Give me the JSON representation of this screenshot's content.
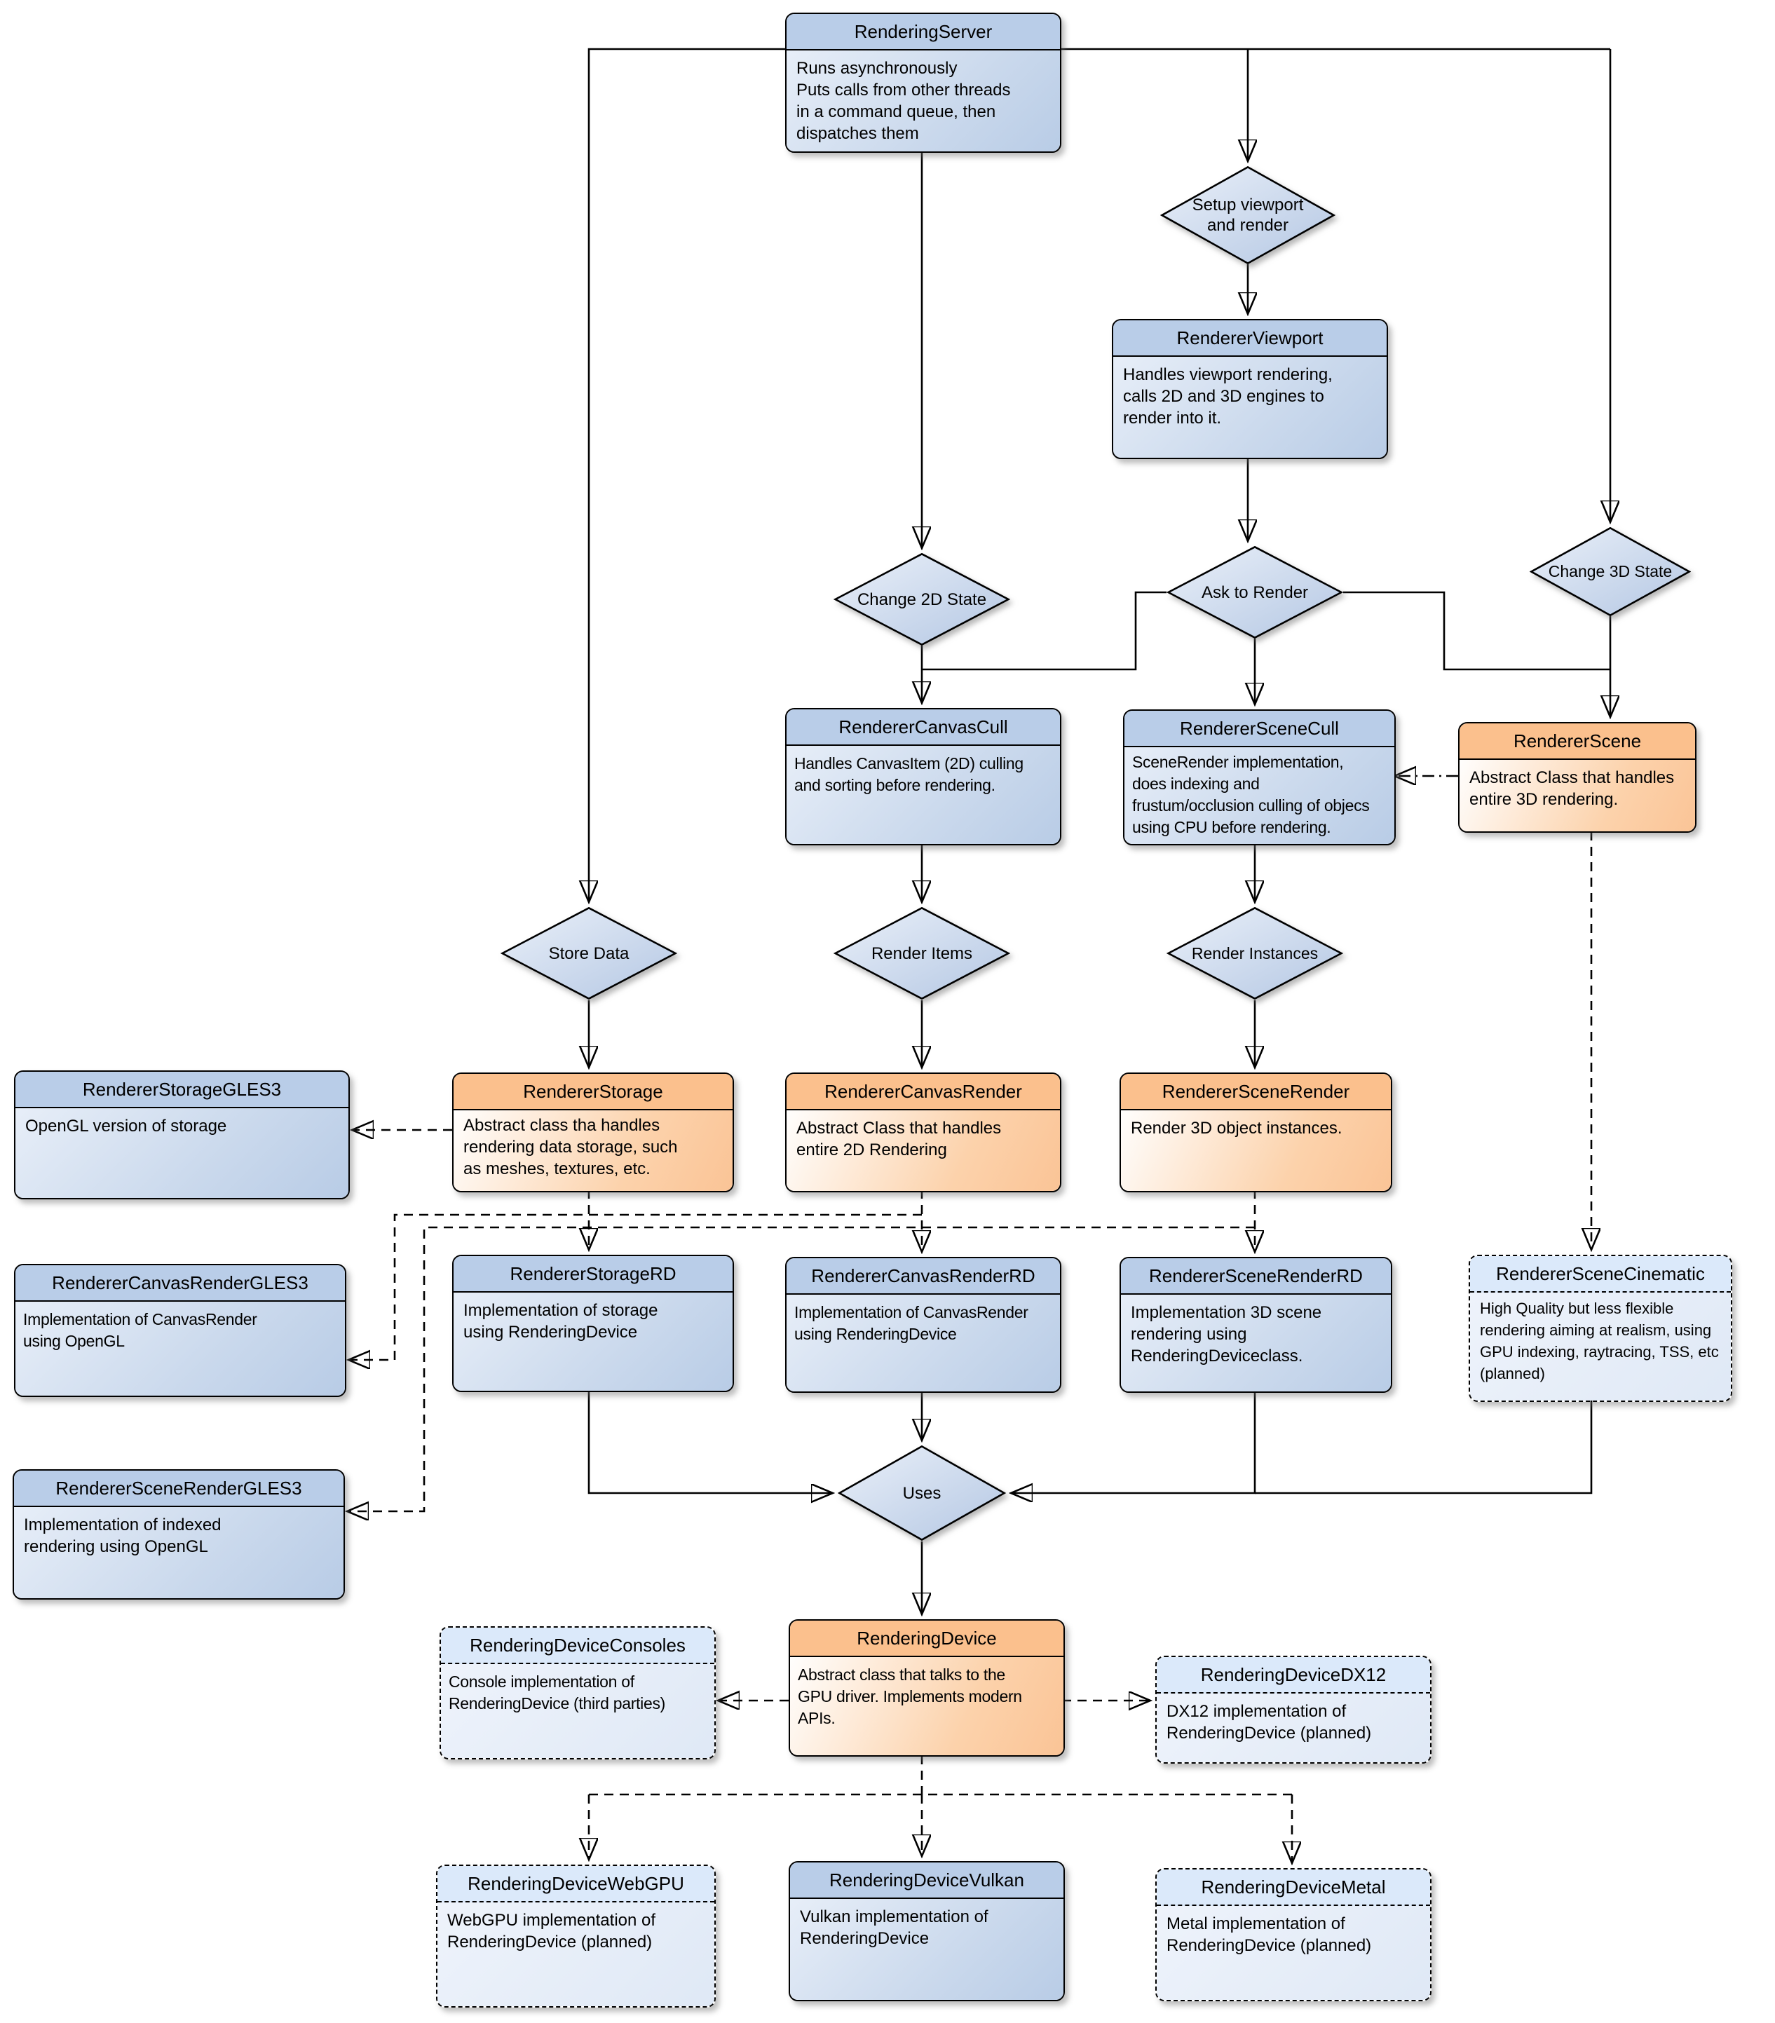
{
  "colors": {
    "box_blue_header": "#b9cde8",
    "box_blue_body_light": "#e7eef8",
    "box_blue_body_dark": "#b3c8e4",
    "box_orange_header": "#fbc08d",
    "box_orange_body": "#fac192",
    "box_planned_header": "#dbe9fa",
    "box_planned_body": "#e9f0fa",
    "line": "#000000",
    "background": "#ffffff"
  },
  "nodes": {
    "rendering_server": {
      "title": "RenderingServer",
      "body": "Runs asynchronously\nPuts calls from other threads\nin a command queue, then\ndispatches them"
    },
    "renderer_viewport": {
      "title": "RendererViewport",
      "body": "Handles viewport rendering,\ncalls 2D and 3D engines to\nrender into it."
    },
    "renderer_canvas_cull": {
      "title": "RendererCanvasCull",
      "body": "Handles CanvasItem (2D) culling\nand sorting before rendering."
    },
    "renderer_scene_cull": {
      "title": "RendererSceneCull",
      "body": "SceneRender implementation,\ndoes indexing and\nfrustum/occlusion culling of objecs\nusing CPU before rendering."
    },
    "renderer_scene": {
      "title": "RendererScene",
      "body": "Abstract Class that handles\nentire 3D rendering."
    },
    "renderer_storage_gles3": {
      "title": "RendererStorageGLES3",
      "body": "OpenGL version of storage"
    },
    "renderer_storage": {
      "title": "RendererStorage",
      "body": "Abstract class tha handles\nrendering data storage, such\nas meshes, textures, etc."
    },
    "renderer_canvas_render": {
      "title": "RendererCanvasRender",
      "body": "Abstract Class that handles\nentire 2D Rendering"
    },
    "renderer_scene_render": {
      "title": "RendererSceneRender",
      "body": "Render 3D object instances."
    },
    "renderer_canvas_render_gles3": {
      "title": "RendererCanvasRenderGLES3",
      "body": "Implementation of CanvasRender\nusing OpenGL"
    },
    "renderer_storage_rd": {
      "title": "RendererStorageRD",
      "body": "Implementation of storage\nusing RenderingDevice"
    },
    "renderer_canvas_render_rd": {
      "title": "RendererCanvasRenderRD",
      "body": "Implementation of CanvasRender\nusing RenderingDevice"
    },
    "renderer_scene_render_rd": {
      "title": "RendererSceneRenderRD",
      "body": "Implementation 3D scene\nrendering using\nRenderingDeviceclass."
    },
    "renderer_scene_cinematic": {
      "title": "RendererSceneCinematic",
      "body": "High Quality but less flexible\nrendering aiming at realism, using\nGPU indexing, raytracing, TSS, etc\n(planned)"
    },
    "renderer_scene_render_gles3": {
      "title": "RendererSceneRenderGLES3",
      "body": "Implementation of indexed\nrendering using OpenGL"
    },
    "rendering_device_consoles": {
      "title": "RenderingDeviceConsoles",
      "body": "Console implementation of\nRenderingDevice (third parties)"
    },
    "rendering_device": {
      "title": "RenderingDevice",
      "body": "Abstract class that talks to the\nGPU driver. Implements modern\nAPIs."
    },
    "rendering_device_dx12": {
      "title": "RenderingDeviceDX12",
      "body": "DX12 implementation of\nRenderingDevice (planned)"
    },
    "rendering_device_webgpu": {
      "title": "RenderingDeviceWebGPU",
      "body": "WebGPU implementation of\nRenderingDevice (planned)"
    },
    "rendering_device_vulkan": {
      "title": "RenderingDeviceVulkan",
      "body": "Vulkan implementation of\nRenderingDevice"
    },
    "rendering_device_metal": {
      "title": "RenderingDeviceMetal",
      "body": "Metal implementation of\nRenderingDevice (planned)"
    }
  },
  "decisions": {
    "setup_viewport": {
      "label": "Setup viewport\nand render"
    },
    "change_2d": {
      "label": "Change 2D State"
    },
    "ask_render": {
      "label": "Ask to Render"
    },
    "change_3d": {
      "label": "Change 3D State"
    },
    "store_data": {
      "label": "Store Data"
    },
    "render_items": {
      "label": "Render Items"
    },
    "render_instances": {
      "label": "Render Instances"
    },
    "uses": {
      "label": "Uses"
    }
  }
}
